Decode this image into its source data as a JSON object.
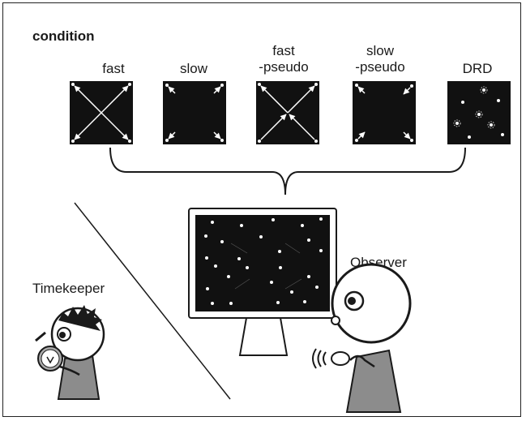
{
  "heading": "condition",
  "conditions": [
    {
      "line1": "fast",
      "line2": ""
    },
    {
      "line1": "slow",
      "line2": ""
    },
    {
      "line1": "fast",
      "line2": "-pseudo"
    },
    {
      "line1": "slow",
      "line2": "-pseudo"
    },
    {
      "line1": "DRD",
      "line2": ""
    }
  ],
  "roles": {
    "observer": "Observer",
    "timekeeper": "Timekeeper"
  },
  "colors": {
    "stimulus_bg": "#111111",
    "figure_fill": "#8c8c8c",
    "line": "#1a1a1a"
  }
}
